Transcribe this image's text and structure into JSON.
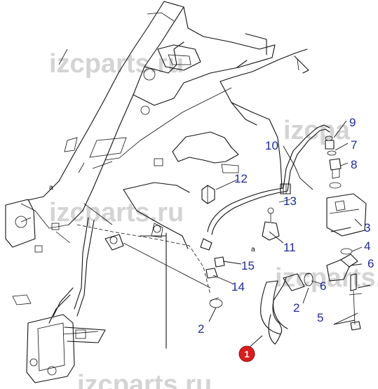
{
  "watermarks": [
    "izcparts.ru",
    "izcparts.ru",
    "izcpa",
    "izcparts.ru",
    "izcparts.ru"
  ],
  "labels": {
    "highlight": "1",
    "n2a": "2",
    "n2b": "2",
    "n4": "4",
    "n5": "5",
    "n6a": "6",
    "n6b": "6",
    "n7": "7",
    "n8": "8",
    "n9": "9",
    "n10": "10",
    "n11": "11",
    "n12": "12",
    "n13": "13",
    "n14": "14",
    "n15": "15",
    "n3": "3",
    "ref_a1": "a",
    "ref_a2": "a"
  },
  "colors": {
    "callout": "#1f2a9e",
    "highlight": "#d81e1e",
    "watermark": "#d4d4d4"
  }
}
